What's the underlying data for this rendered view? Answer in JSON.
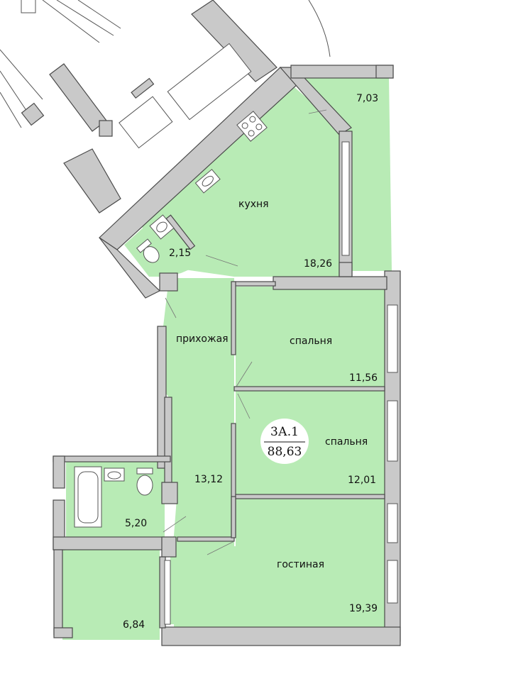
{
  "apartment": {
    "code": "3А.1",
    "total_area": "88,63"
  },
  "rooms": {
    "kitchen": {
      "label": "кухня",
      "area": "18,26"
    },
    "wc": {
      "area": "2,15"
    },
    "balcony_top": {
      "area": "7,03"
    },
    "hallway": {
      "label": "прихожая",
      "area": "13,12"
    },
    "bedroom1": {
      "label": "спальня",
      "area": "11,56"
    },
    "bedroom2": {
      "label": "спальня",
      "area": "12,01"
    },
    "bathroom": {
      "area": "5,20"
    },
    "living": {
      "label": "гостиная",
      "area": "19,39"
    },
    "balcony_bottom": {
      "area": "6,84"
    }
  },
  "colors": {
    "room_fill": "#b8ebb5",
    "wall_fill": "#c9c9c9",
    "wall_stroke": "#4a4a4a"
  }
}
